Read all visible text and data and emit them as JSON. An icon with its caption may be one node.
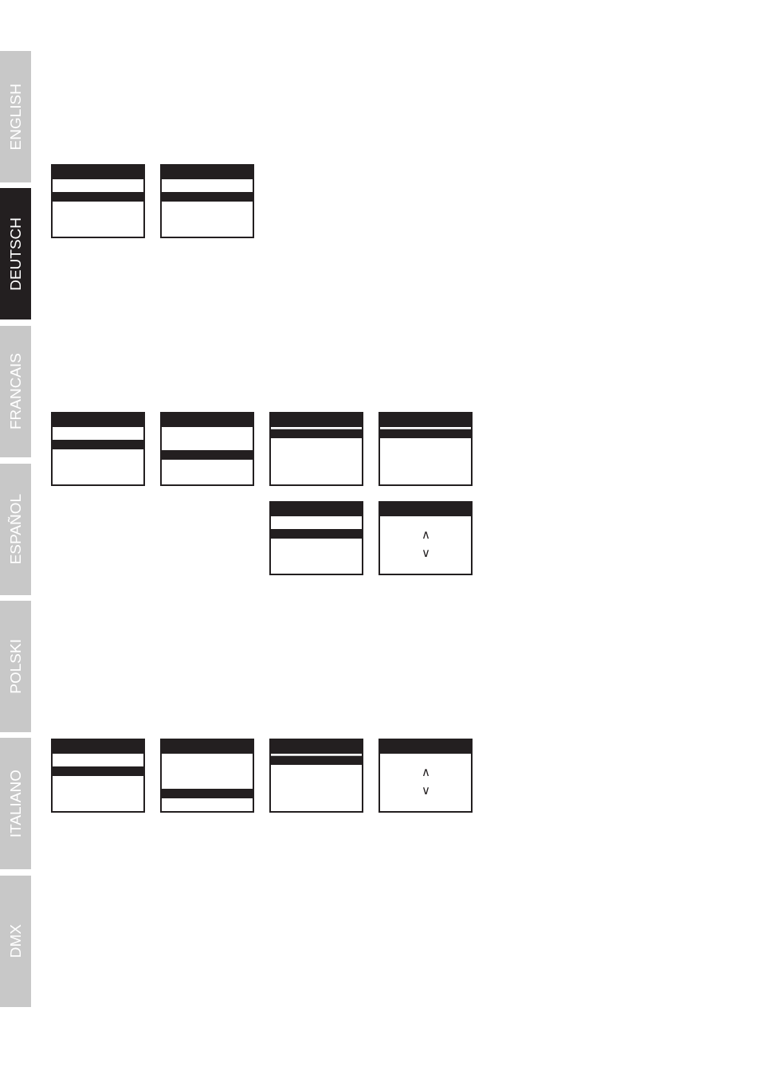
{
  "diagram": {
    "nodes": [
      {
        "text": [
          "ENGLISH"
        ]
      },
      {
        "text": [
          "DEUTSCH"
        ]
      },
      {
        "text": [
          "FRANCAIS"
        ]
      },
      {
        "text": [
          "ESPAÑOL"
        ]
      },
      {
        "text": [
          "POLSKI"
        ]
      },
      {
        "text": [
          "ITALIANO"
        ]
      },
      {
        "text": [
          "DMX"
        ]
      },
      {
        "text": [],
        "shape": "box"
      },
      {
        "text": [],
        "shape": "box"
      },
      {
        "text": [],
        "shape": "box"
      },
      {
        "text": [],
        "shape": "box"
      },
      {
        "text": [],
        "shape": "box"
      },
      {
        "text": [],
        "shape": "box"
      },
      {
        "text": [],
        "shape": "box"
      },
      {
        "text": [
          "∧",
          "∨"
        ]
      },
      {
        "text": [],
        "shape": "box"
      },
      {
        "text": [],
        "shape": "box"
      },
      {
        "text": [],
        "shape": "box"
      },
      {
        "text": [
          "∧",
          "∨"
        ]
      }
    ]
  }
}
